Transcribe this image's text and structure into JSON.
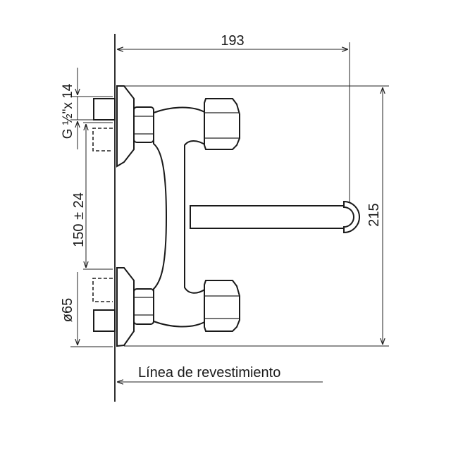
{
  "dimensions": {
    "width": "193",
    "height": "215",
    "spacing": "150 ± 24",
    "thread": "G ½\"x 14",
    "diameter": "ø65"
  },
  "wall_line_label": "Línea de revestimiento"
}
